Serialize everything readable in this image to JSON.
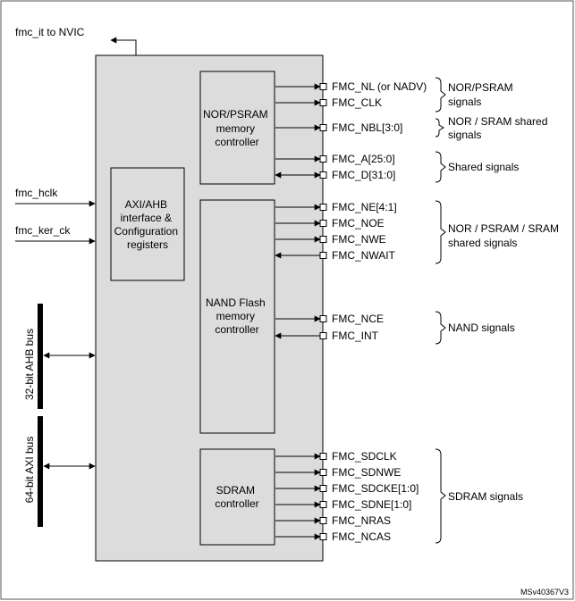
{
  "top_output": "fmc_it to NVIC",
  "inputs": {
    "hclk": "fmc_hclk",
    "ker_ck": "fmc_ker_ck"
  },
  "buses": {
    "ahb": "32-bit AHB bus",
    "axi": "64-bit AXI bus"
  },
  "blocks": {
    "axi_lines": [
      "AXI/AHB",
      "interface &",
      "Configuration",
      "registers"
    ],
    "nor_lines": [
      "NOR/PSRAM",
      "memory",
      "controller"
    ],
    "nand_lines": [
      "NAND Flash",
      "memory",
      "controller"
    ],
    "sdram_lines": [
      "SDRAM",
      "controller"
    ]
  },
  "signals": [
    {
      "name": "FMC_NL (or NADV)",
      "dir": "out"
    },
    {
      "name": "FMC_CLK",
      "dir": "out"
    },
    {
      "name": "FMC_NBL[3:0]",
      "dir": "out"
    },
    {
      "name": "FMC_A[25:0]",
      "dir": "out"
    },
    {
      "name": "FMC_D[31:0]",
      "dir": "bi"
    },
    {
      "name": "FMC_NE[4:1]",
      "dir": "out"
    },
    {
      "name": "FMC_NOE",
      "dir": "out"
    },
    {
      "name": "FMC_NWE",
      "dir": "out"
    },
    {
      "name": "FMC_NWAIT",
      "dir": "in"
    },
    {
      "name": "FMC_NCE",
      "dir": "out"
    },
    {
      "name": "FMC_INT",
      "dir": "in"
    },
    {
      "name": "FMC_SDCLK",
      "dir": "out"
    },
    {
      "name": "FMC_SDNWE",
      "dir": "out"
    },
    {
      "name": "FMC_SDCKE[1:0]",
      "dir": "out"
    },
    {
      "name": "FMC_SDNE[1:0]",
      "dir": "out"
    },
    {
      "name": "FMC_NRAS",
      "dir": "out"
    },
    {
      "name": "FMC_NCAS",
      "dir": "out"
    }
  ],
  "groups": {
    "nor_psram": [
      "NOR/PSRAM",
      "signals"
    ],
    "nor_sram": [
      "NOR / SRAM shared",
      "signals"
    ],
    "shared": [
      "Shared signals"
    ],
    "nor_psram_sram": [
      "NOR / PSRAM / SRAM",
      "shared signals"
    ],
    "nand": [
      "NAND signals"
    ],
    "sdram": [
      "SDRAM signals"
    ]
  },
  "figure_id": "MSv40367V3",
  "colors": {
    "block_fill": "#dcdcdc",
    "stroke": "#000000",
    "page_border": "#555555"
  }
}
